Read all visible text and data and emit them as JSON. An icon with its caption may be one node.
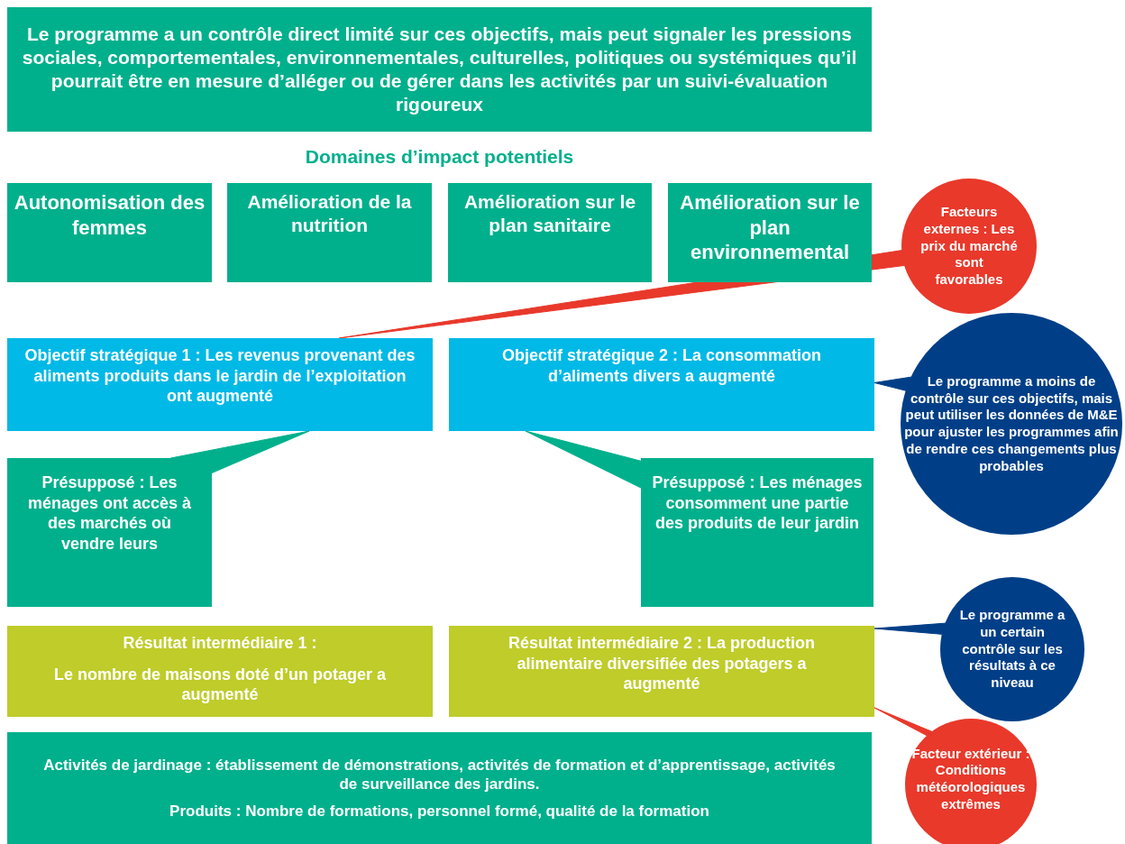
{
  "diagram": {
    "nodes": [
      {
        "text": [
          "Le programme a un contrôle direct limité sur ces objectifs, mais peut signaler les pressions sociales, comportementales, environnementales, culturelles, politiques ou systémiques qu’il pourrait être en mesure d’alléger ou de gérer dans les activités par un suivi-évaluation rigoureux"
        ]
      },
      {
        "text": [
          "Autonomisation des femmes"
        ]
      },
      {
        "text": [
          "Amélioration de la nutrition"
        ]
      },
      {
        "text": [
          "Amélioration sur le plan sanitaire"
        ]
      },
      {
        "text": [
          "Amélioration sur le plan environnemental"
        ]
      },
      {
        "text": [
          "Facteurs externes : Les prix du marché sont favorables"
        ]
      },
      {
        "text": [
          "Objectif stratégique 1 : Les revenus provenant des aliments produits dans le jardin de l’exploitation ont augmenté"
        ]
      },
      {
        "text": [
          "Objectif stratégique 2 : La consommation d’aliments divers a augmenté"
        ]
      },
      {
        "text": [
          "Le programme a moins de contrôle sur ces objectifs, mais peut utiliser les données de M&E pour ajuster les programmes afin de rendre ces changements plus probables"
        ]
      },
      {
        "text": [
          "Présupposé : Les ménages ont accès à des marchés où vendre leurs"
        ]
      },
      {
        "text": [
          "Présupposé : Les ménages consomment une partie des produits de leur jardin"
        ]
      },
      {
        "text": [
          "Le programme a un certain contrôle sur les résultats à ce niveau"
        ]
      },
      {
        "text": [
          "Résultat intermédiaire 1 :",
          "Le nombre de maisons doté d’un potager a augmenté"
        ]
      },
      {
        "text": [
          "Résultat intermédiaire 2 : La production alimentaire diversifiée des potagers a augmenté"
        ]
      },
      {
        "text": [
          "Facteur extérieur : Conditions météorologiques extrêmes"
        ]
      },
      {
        "text": [
          "**Activités de jardinage :** établissement de démonstrations, activités de formation et d’apprentissage, activités de surveillance des jardins.",
          "**Produits :** Nombre de formations, personnel formé, qualité de la formation"
        ]
      }
    ],
    "edges": [
      {
        "from": 5,
        "to": 6,
        "arrow": "none",
        "color": "#e8392b"
      },
      {
        "from": 8,
        "to": 7,
        "arrow": "none",
        "color": "#003f87"
      },
      {
        "from": 9,
        "to": 6,
        "arrow": "none",
        "color": "#00b08c"
      },
      {
        "from": 10,
        "to": 7,
        "arrow": "none",
        "color": "#00b08c"
      },
      {
        "from": 11,
        "to": 13,
        "arrow": "none",
        "color": "#003f87"
      },
      {
        "from": 14,
        "to": 13,
        "arrow": "none",
        "color": "#e8392b"
      }
    ],
    "labels": [
      "Domaines d’impact potentiels"
    ]
  }
}
